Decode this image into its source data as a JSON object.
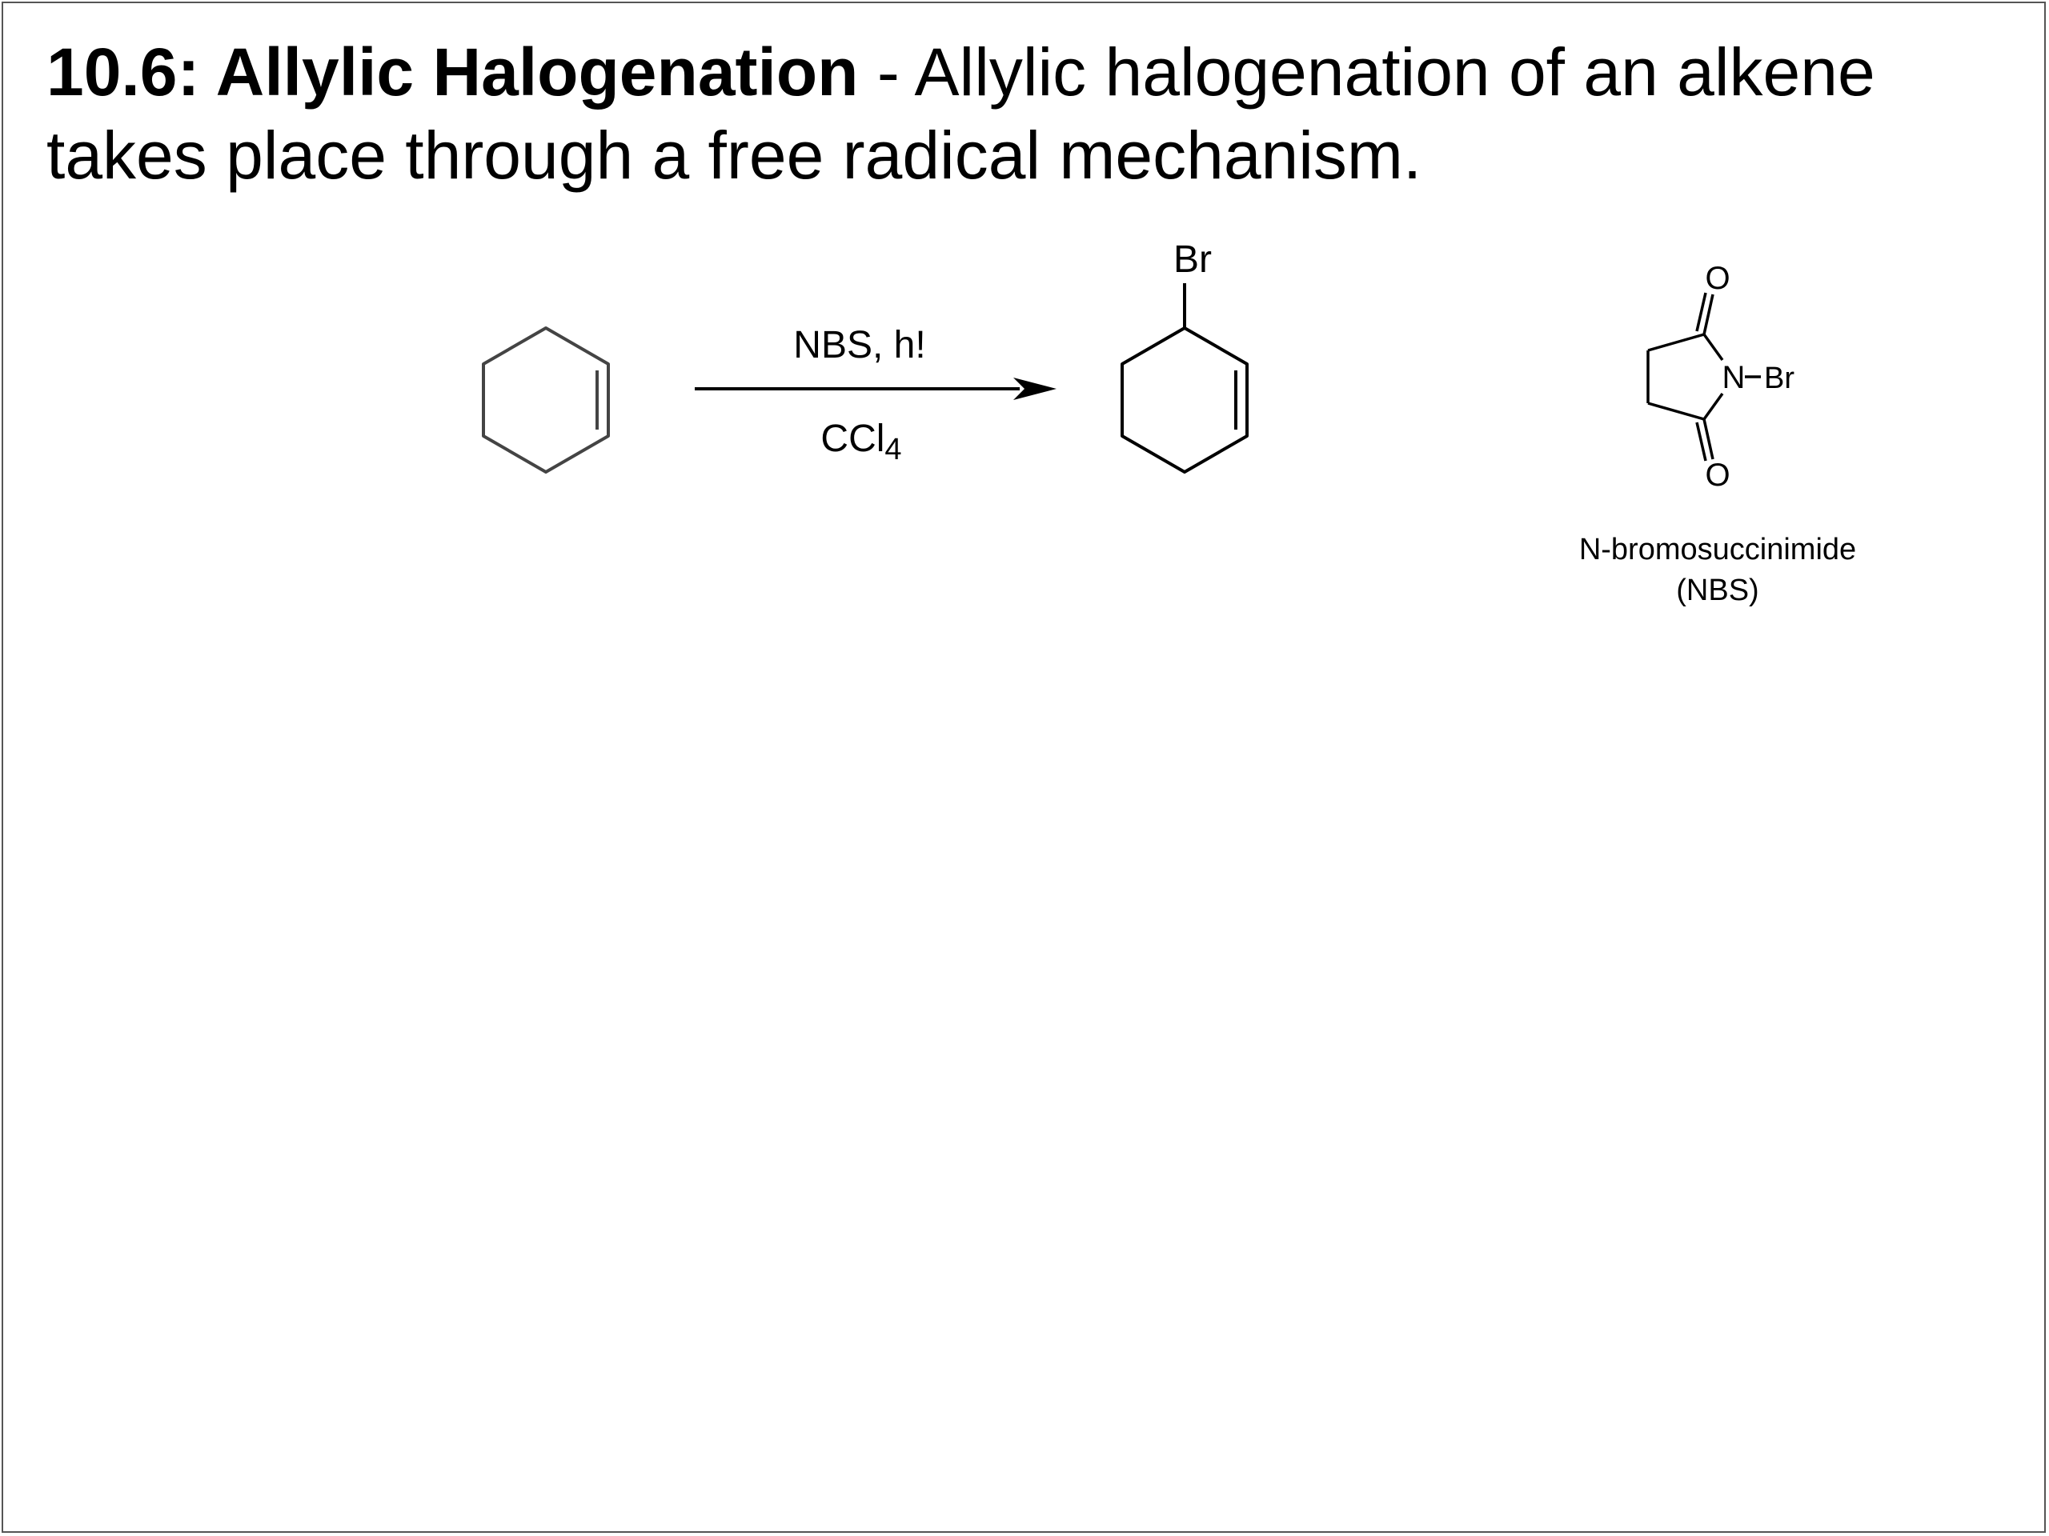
{
  "slide": {
    "title_bold": "10.6: Allylic Halogenation",
    "title_rest": " - Allylic halogenation of an alkene takes place through a free radical mechanism."
  },
  "reaction": {
    "reagent_above": "NBS, h!",
    "reagent_below_main": "CCl",
    "reagent_below_sub": "4",
    "product_substituent": "Br"
  },
  "nbs_structure": {
    "atom_o_top": "O",
    "atom_o_bottom": "O",
    "atom_n": "N",
    "atom_br": "Br",
    "name_line1": "N-bromosuccinimide",
    "name_line2": "(NBS)"
  },
  "colors": {
    "border": "#555555",
    "stroke": "#000000",
    "reactant_stroke": "#444444"
  }
}
